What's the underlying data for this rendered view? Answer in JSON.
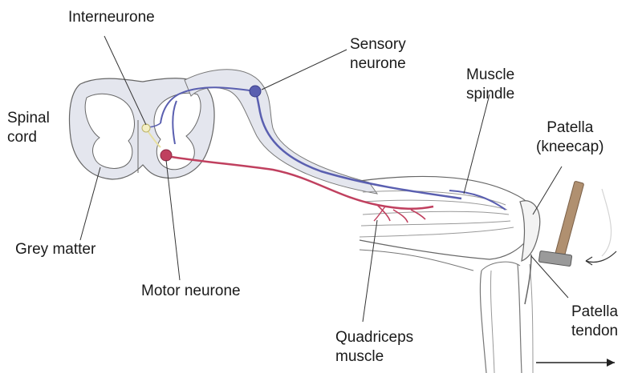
{
  "labels": {
    "interneurone": "Interneurone",
    "sensory_neurone": [
      "Sensory",
      "neurone"
    ],
    "muscle_spindle": [
      "Muscle",
      "spindle"
    ],
    "spinal_cord": [
      "Spinal",
      "cord"
    ],
    "patella": [
      "Patella",
      "(kneecap)"
    ],
    "grey_matter": "Grey matter",
    "motor_neurone": "Motor neurone",
    "patella_tendon": [
      "Patella",
      "tendon"
    ],
    "quadriceps_muscle": [
      "Quadriceps",
      "muscle"
    ]
  },
  "colors": {
    "sensory_neurone": "#5a5fb0",
    "motor_neurone": "#c0405f",
    "interneurone": "#e8e0a0",
    "spinal_cord_fill": "#e4e6ee",
    "outline": "#666666",
    "hammer_handle": "#b09070",
    "hammer_head": "#9a9a9a"
  }
}
